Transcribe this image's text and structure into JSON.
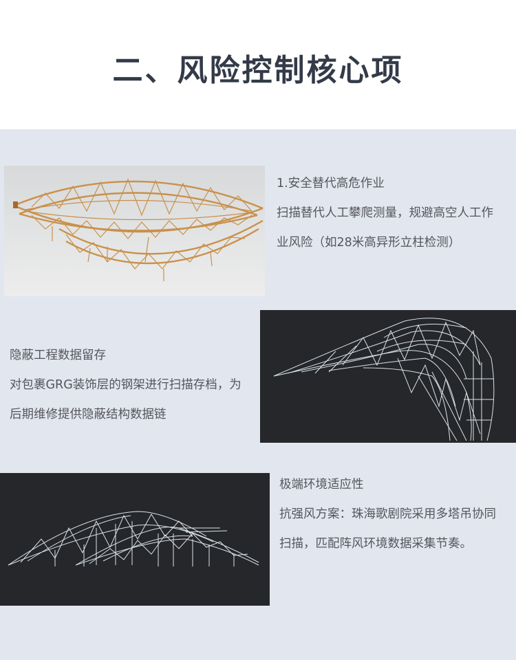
{
  "header": {
    "title": "二、风险控制核心项"
  },
  "sections": [
    {
      "heading": "1.安全替代高危作业",
      "body": "扫描替代人工攀爬测量，规避高空人工作业风险（如28米高异形立柱检测）"
    },
    {
      "heading": "隐蔽工程数据留存",
      "body": "对包裹GRG装饰层的钢架进行扫描存档，为后期维修提供隐蔽结构数据链"
    },
    {
      "heading": "极端环境适应性",
      "body": "抗强风方案：珠海歌剧院采用多塔吊协同扫描，匹配阵风环境数据采集节奏。"
    }
  ],
  "colors": {
    "background": "#e2e6ef",
    "title": "#333a48",
    "text": "#55565c",
    "steel": "#c9904a",
    "wireframe": "#d9e4ea",
    "dark_panel": "#26272a"
  }
}
